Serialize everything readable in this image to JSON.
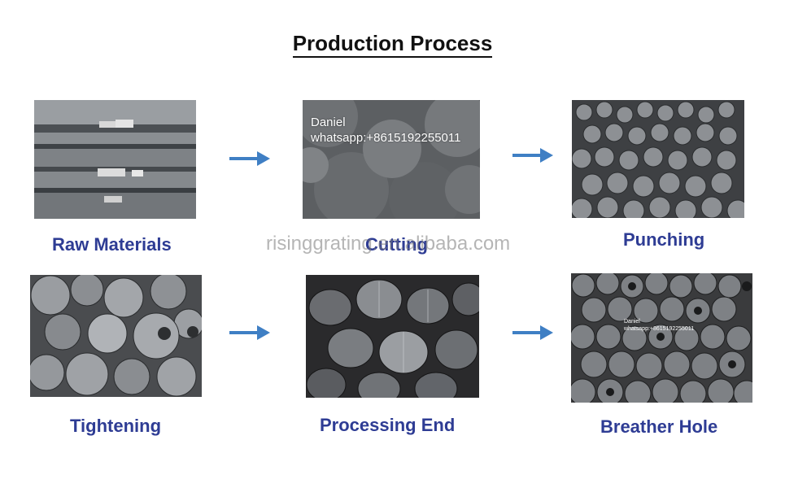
{
  "title": "Production Process",
  "steps": [
    {
      "label": "Raw Materials"
    },
    {
      "label": "Cutting"
    },
    {
      "label": "Punching"
    },
    {
      "label": "Tightening"
    },
    {
      "label": "Processing End"
    },
    {
      "label": "Breather Hole"
    }
  ],
  "watermark": "risinggrating.en.alibaba.com",
  "contact": {
    "name": "Daniel",
    "whatsapp": "whatsapp:+8615192255011"
  },
  "colors": {
    "label": "#2e3c94",
    "arrow": "#3f7fc4"
  }
}
